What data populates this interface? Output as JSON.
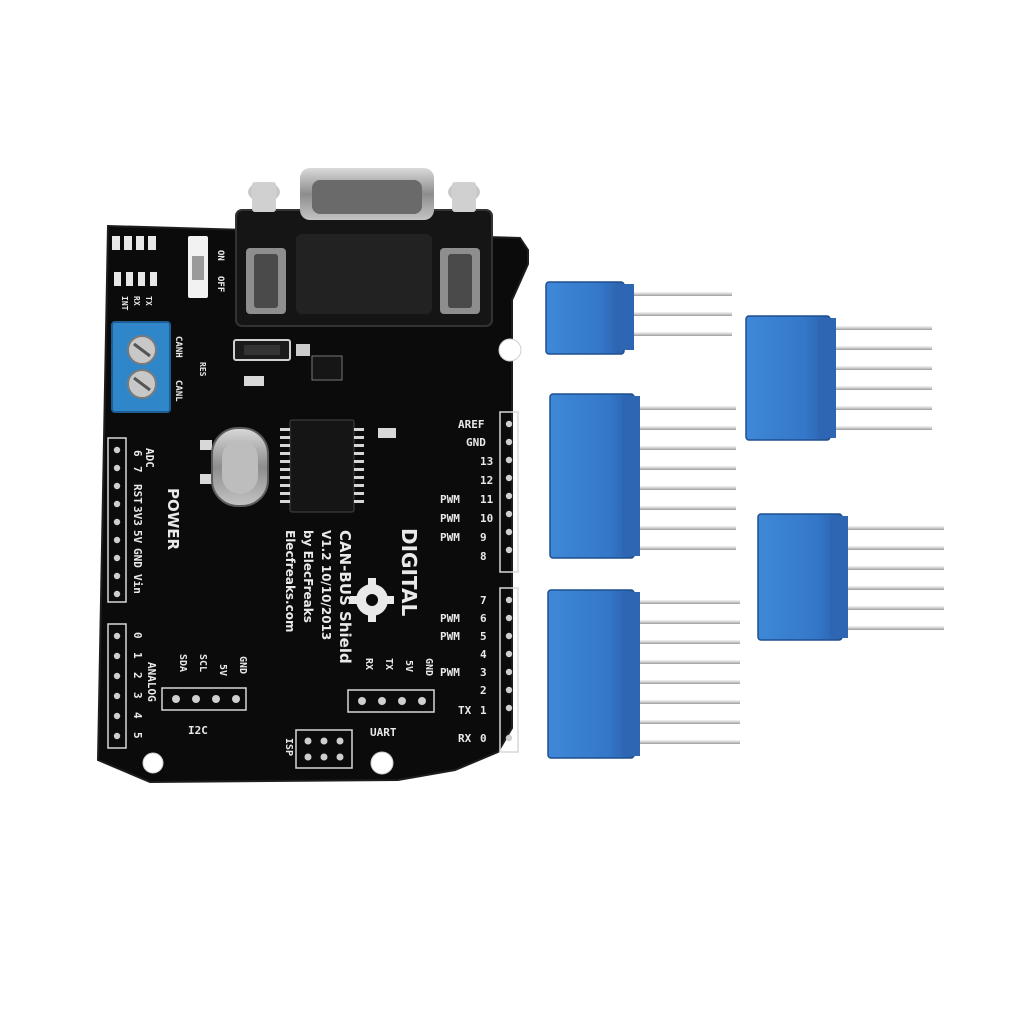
{
  "board": {
    "title": "CAN-BUS Shield",
    "version": "V1.2 10/10/2013",
    "by": "by ElecFreaks",
    "site": "Elecfreaks.com",
    "digital": "DIGITAL",
    "power": "POWER",
    "analog": "ANALOG",
    "i2c": "I2C",
    "uart": "UART",
    "isp": "ISP",
    "switch_on": "ON",
    "switch_off": "OFF",
    "canh": "CANH",
    "canl": "CANL",
    "res": "RES",
    "aref": "AREF",
    "gnd": "GND",
    "rst": "RST",
    "v33": "3V3",
    "v5": "5V",
    "vin": "Vin",
    "adc": "ADC",
    "sda": "SDA",
    "scl": "SCL",
    "rx": "RX",
    "tx": "TX",
    "pwm": "PWM",
    "d13": "13",
    "d12": "12",
    "d11": "11",
    "d10": "10",
    "d9": "9",
    "d8": "8",
    "d7": "7",
    "d6": "6",
    "d5": "5",
    "d4": "4",
    "d3": "3",
    "d2": "2",
    "d1": "1",
    "d0": "0",
    "a0": "0",
    "a1": "1",
    "a2": "2",
    "a3": "3",
    "a4": "4",
    "a5": "5",
    "adc6": "6",
    "adc7": "7",
    "int": "INT",
    "rst_led": "RX",
    "tx_led": "TX"
  },
  "colors": {
    "pcb": "#0b0b0b",
    "header_blue": "#3a7fd0",
    "header_blue_dark": "#2a63ab",
    "terminal_blue": "#2f86c9",
    "pin_silver": "#e3e3e3"
  }
}
